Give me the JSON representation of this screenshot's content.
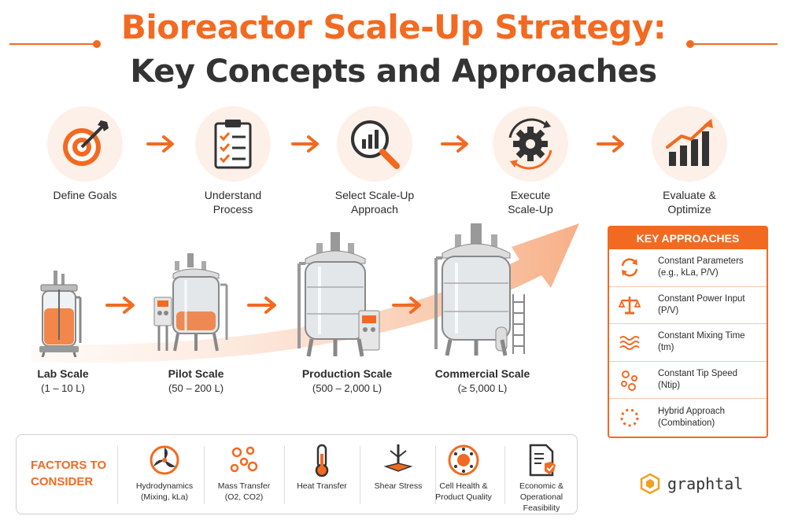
{
  "title": {
    "line1": "Bioreactor Scale-Up Strategy:",
    "line2": "Key Concepts and Approaches"
  },
  "colors": {
    "accent": "#f26a21",
    "dark": "#333333",
    "light_accent": "#fdf0e8"
  },
  "steps": [
    {
      "icon": "target-icon",
      "line1": "Define Goals",
      "line2": ""
    },
    {
      "icon": "clipboard-checklist-icon",
      "line1": "Understand",
      "line2": "Process"
    },
    {
      "icon": "magnifier-chart-icon",
      "line1": "Select Scale-Up",
      "line2": "Approach"
    },
    {
      "icon": "gear-cycle-icon",
      "line1": "Execute",
      "line2": "Scale-Up"
    },
    {
      "icon": "growth-chart-icon",
      "line1": "Evaluate &",
      "line2": "Optimize"
    }
  ],
  "scales": [
    {
      "name": "Lab Scale",
      "volume": "(1 – 10 L)"
    },
    {
      "name": "Pilot Scale",
      "volume": "(50 – 200 L)"
    },
    {
      "name": "Production Scale",
      "volume": "(500 – 2,000 L)"
    },
    {
      "name": "Commercial Scale",
      "volume": "(≥ 5,000 L)"
    }
  ],
  "approaches": {
    "header": "KEY APPROACHES",
    "items": [
      {
        "icon": "cycle-arrows-icon",
        "line1": "Constant Parameters",
        "line2": "(e.g., kLa, P/V)"
      },
      {
        "icon": "balance-scale-icon",
        "line1": "Constant Power Input",
        "line2": "(P/V)"
      },
      {
        "icon": "waves-icon",
        "line1": "Constant Mixing Time",
        "line2": "(tm)"
      },
      {
        "icon": "bubbles-icon",
        "line1": "Constant Tip Speed",
        "line2": "(Ntip)"
      },
      {
        "icon": "dotted-circle-icon",
        "line1": "Hybrid Approach",
        "line2": "(Combination)"
      }
    ]
  },
  "factors": {
    "title_line1": "FACTORS TO",
    "title_line2": "CONSIDER",
    "items": [
      {
        "icon": "impeller-icon",
        "line1": "Hydrodynamics",
        "line2": "(Mixing, kLa)"
      },
      {
        "icon": "bubbles-icon",
        "line1": "Mass Transfer",
        "line2": "(O2, CO2)"
      },
      {
        "icon": "thermometer-icon",
        "line1": "Heat Transfer",
        "line2": ""
      },
      {
        "icon": "agitator-icon",
        "line1": "Shear Stress",
        "line2": ""
      },
      {
        "icon": "cell-icon",
        "line1": "Cell Health &",
        "line2": "Product Quality"
      },
      {
        "icon": "document-check-icon",
        "line1": "Economic &",
        "line2": "Operational",
        "line3": "Feasibility"
      }
    ]
  },
  "brand": {
    "name": "graphtal",
    "icon": "hexagon-logo-icon"
  }
}
